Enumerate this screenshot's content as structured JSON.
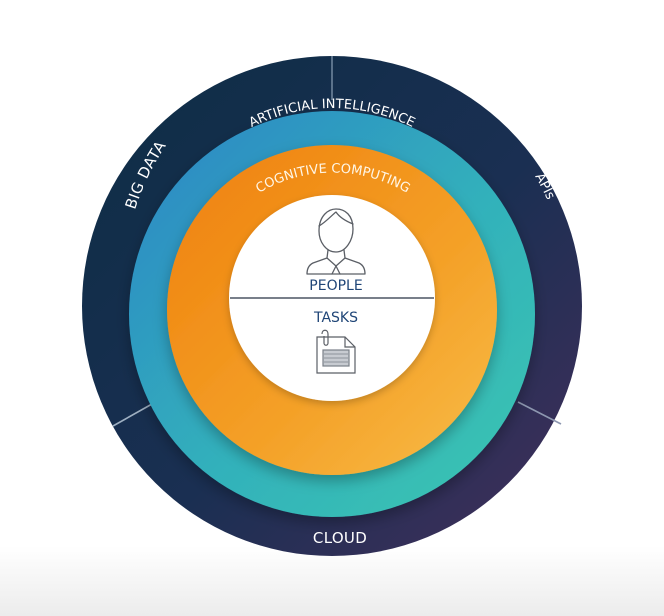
{
  "diagram": {
    "outer_segments": {
      "left": "BIG DATA",
      "right": "APIs",
      "bottom": "CLOUD"
    },
    "rings": {
      "middle": "ARTIFICIAL INTELLIGENCE",
      "inner": "COGNITIVE COMPUTING"
    },
    "center": {
      "top": "PEOPLE",
      "bottom": "TASKS"
    }
  },
  "colors": {
    "outer_dark": "#0f2f48",
    "outer_purple": "#3d2f59",
    "ai_blue": "#2f8fc4",
    "ai_teal": "#36bdb7",
    "cc_orange": "#f08a0e",
    "cc_yellow": "#f7b43a",
    "center_text": "#1f4577"
  },
  "icons": {
    "people": "person-icon",
    "tasks": "document-icon"
  }
}
